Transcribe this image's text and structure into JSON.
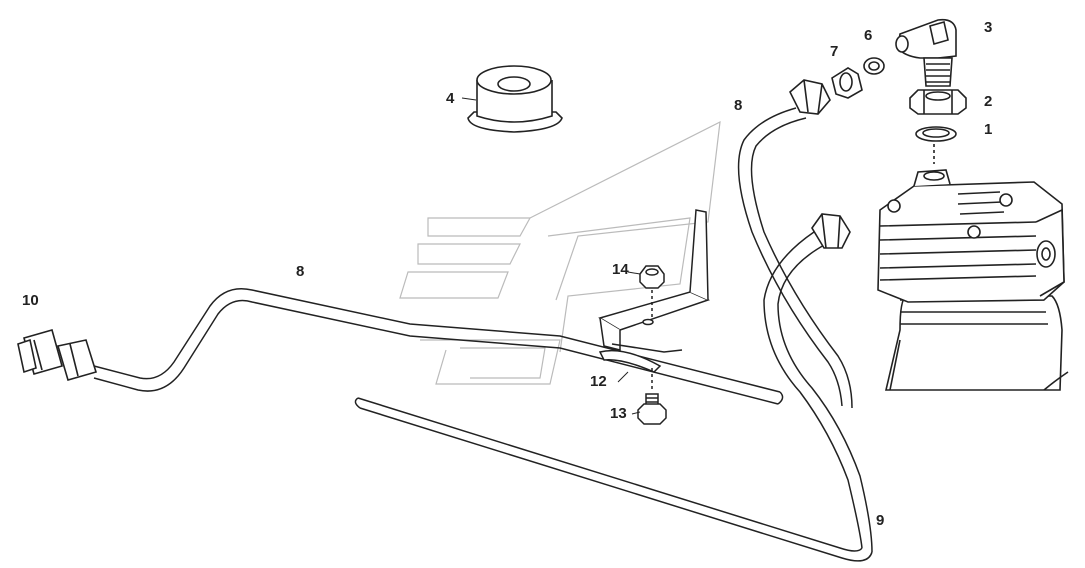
{
  "diagram": {
    "callouts": [
      {
        "id": "c1",
        "label": "1"
      },
      {
        "id": "c2",
        "label": "2"
      },
      {
        "id": "c3",
        "label": "3"
      },
      {
        "id": "c4",
        "label": "4"
      },
      {
        "id": "c6",
        "label": "6"
      },
      {
        "id": "c7",
        "label": "7"
      },
      {
        "id": "c8a",
        "label": "8"
      },
      {
        "id": "c8b",
        "label": "8"
      },
      {
        "id": "c9",
        "label": "9"
      },
      {
        "id": "c10",
        "label": "10"
      },
      {
        "id": "c12",
        "label": "12"
      },
      {
        "id": "c13",
        "label": "13"
      },
      {
        "id": "c14",
        "label": "14"
      }
    ],
    "colors": {
      "line": "#222222",
      "watermark": "#bbbbbb",
      "background": "#ffffff"
    }
  }
}
